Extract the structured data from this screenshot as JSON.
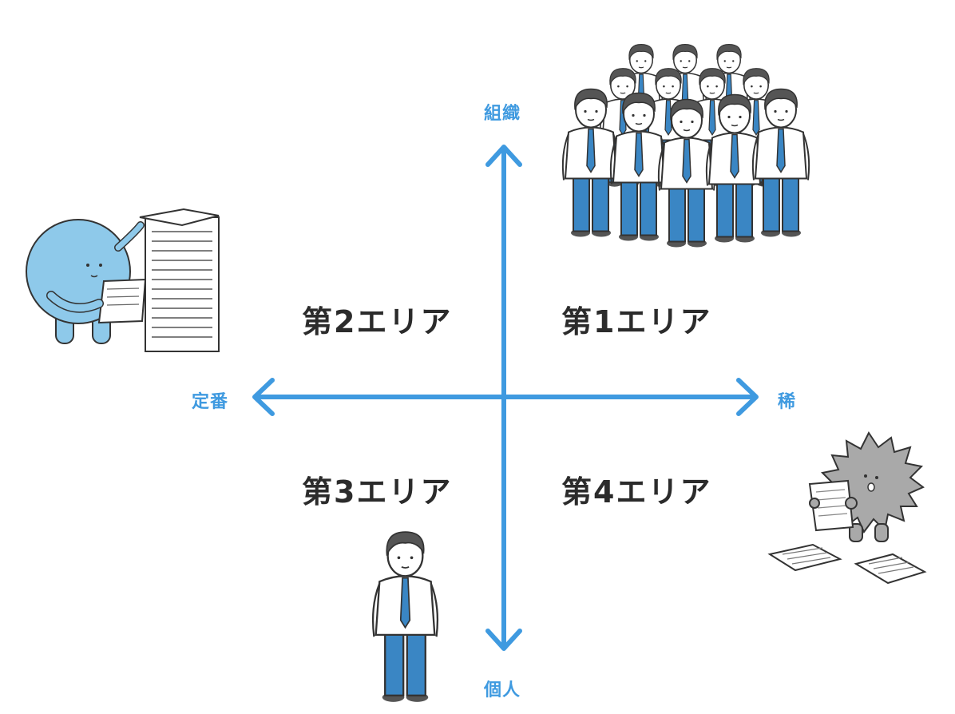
{
  "axes": {
    "top": "組織",
    "bottom": "個人",
    "left": "定番",
    "right": "稀"
  },
  "areas": {
    "area1": "第1エリア",
    "area2": "第2エリア",
    "area3": "第3エリア",
    "area4": "第4エリア"
  },
  "colors": {
    "axis": "#3f9ae0",
    "shirt_blue": "#3a86c4",
    "mascot_blue": "#8ec9ea",
    "hedgehog_gray": "#a9a9a9",
    "text": "#2b2b2b"
  },
  "icons": {
    "top": "crowd-of-office-workers-icon",
    "left": "blue-round-mascot-with-paper-stack-icon",
    "bottom": "single-office-worker-icon",
    "right": "gray-hedgehog-reading-papers-icon"
  }
}
